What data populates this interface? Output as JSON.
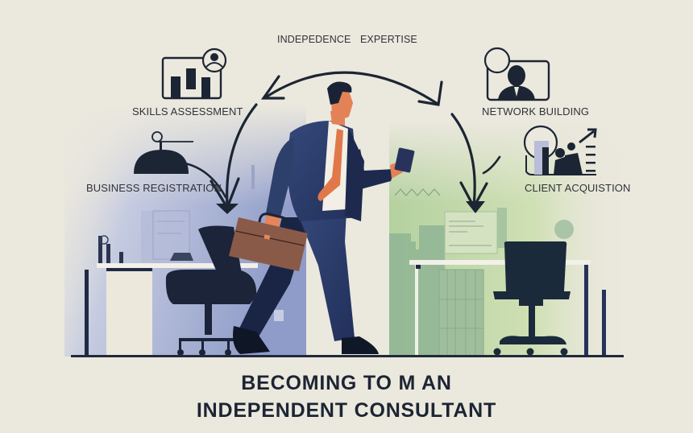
{
  "top_labels": {
    "independence": "INDEPEDENCE",
    "expertise": "EXPERTISE"
  },
  "steps": [
    {
      "id": "skills",
      "label": "SKILLS ASSESSMENT",
      "icon": "chart-profile-icon"
    },
    {
      "id": "network",
      "label": "NETWORK BUILDING",
      "icon": "businessman-portrait-icon"
    },
    {
      "id": "registration",
      "label": "BUSINESS REGISTRATION",
      "icon": "service-bell-icon"
    },
    {
      "id": "clients",
      "label": "CLIENT ACQUISTION",
      "icon": "client-growth-icon"
    }
  ],
  "title": {
    "line1": "BECOMING TO M AN",
    "line2": "INDEPENDENT CONSULTANT"
  },
  "colors": {
    "background": "#ebe8de",
    "ink": "#1c2533",
    "suit": "#2d3f6b",
    "tie": "#e0784a",
    "briefcase": "#8a5a48",
    "left_office": "#a7b0d4",
    "right_office": "#b9d4a6"
  }
}
